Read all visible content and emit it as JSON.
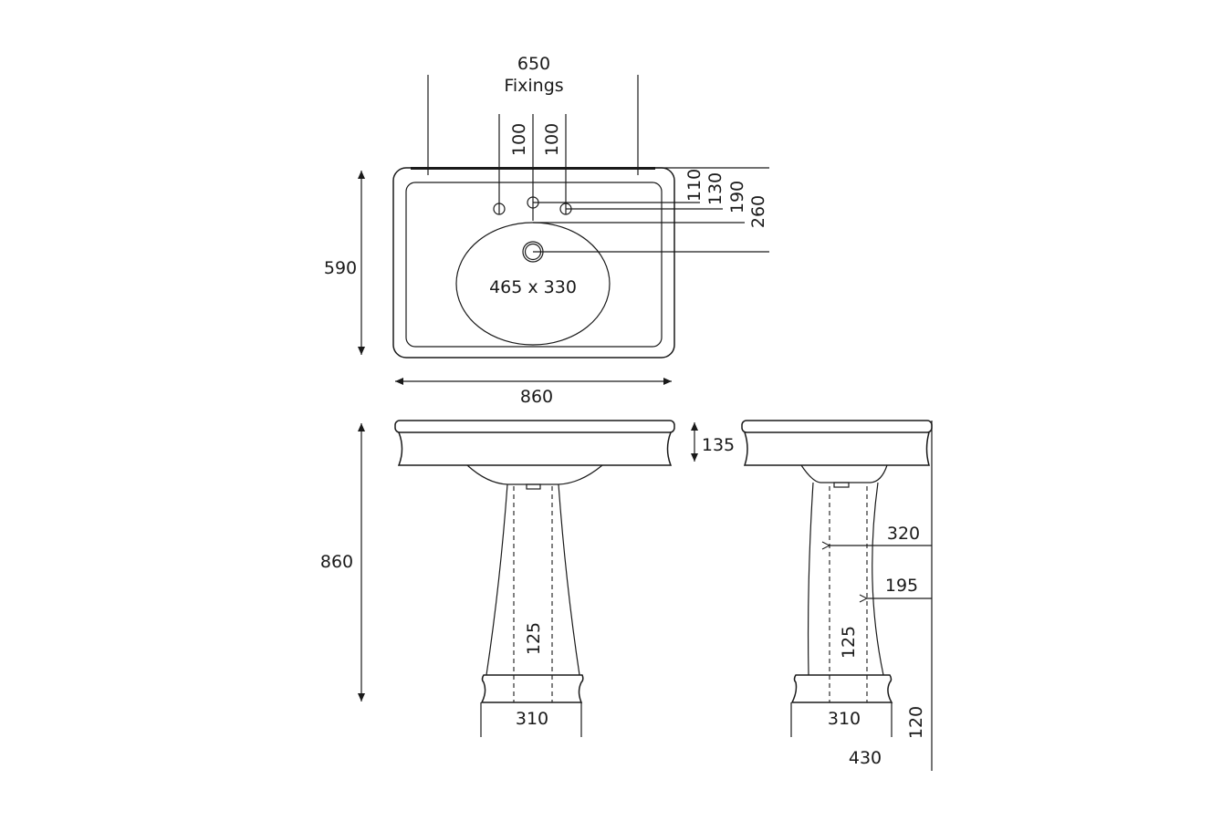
{
  "top_view": {
    "fixings_width": "650",
    "fixings_label": "Fixings",
    "tap_spacing_left": "100",
    "tap_spacing_right": "100",
    "offset_110": "110",
    "offset_130": "130",
    "offset_190": "190",
    "offset_260": "260",
    "basin_size": "465 x 330",
    "depth": "590",
    "width": "860"
  },
  "front_view": {
    "height": "860",
    "rim_height": "135",
    "pedestal_inner": "125",
    "plinth_width": "310"
  },
  "side_view": {
    "dim_320": "320",
    "dim_195": "195",
    "pedestal_inner": "125",
    "plinth_width": "310",
    "plinth_height": "120",
    "plinth_depth": "430"
  }
}
